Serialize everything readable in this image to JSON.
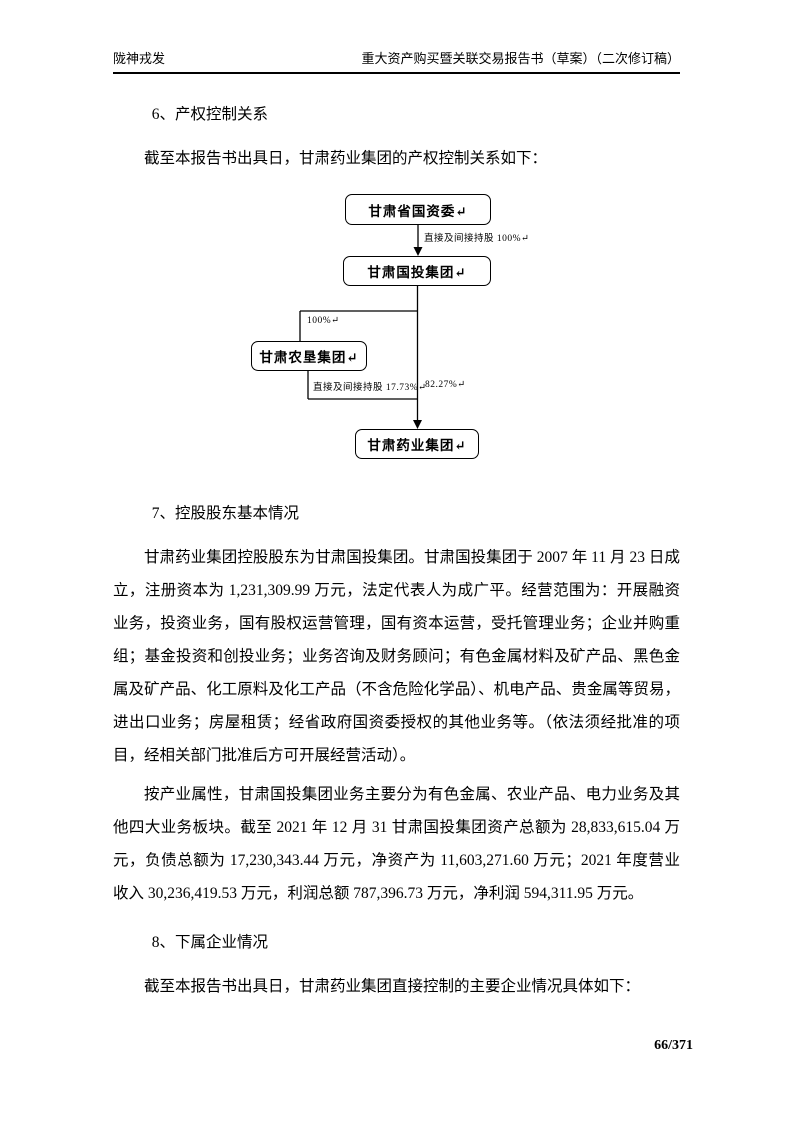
{
  "header": {
    "left": "陇神戎发",
    "right": "重大资产购买暨关联交易报告书（草案）（二次修订稿）"
  },
  "sections": {
    "s6": {
      "heading": "6、产权控制关系",
      "intro": "截至本报告书出具日，甘肃药业集团的产权控制关系如下："
    },
    "s7": {
      "heading": "7、控股股东基本情况",
      "para1": "甘肃药业集团控股股东为甘肃国投集团。甘肃国投集团于 2007 年 11 月 23 日成立，注册资本为 1,231,309.99 万元，法定代表人为成广平。经营范围为：开展融资业务，投资业务，国有股权运营管理，国有资本运营，受托管理业务；企业并购重组；基金投资和创投业务；业务咨询及财务顾问；有色金属材料及矿产品、黑色金属及矿产品、化工原料及化工产品（不含危险化学品）、机电产品、贵金属等贸易，进出口业务；房屋租赁；经省政府国资委授权的其他业务等。（依法须经批准的项目，经相关部门批准后方可开展经营活动）。",
      "para2": "按产业属性，甘肃国投集团业务主要分为有色金属、农业产品、电力业务及其他四大业务板块。截至 2021 年 12 月 31 甘肃国投集团资产总额为 28,833,615.04 万元，负债总额为 17,230,343.44 万元，净资产为 11,603,271.60 万元；2021 年度营业收入 30,236,419.53 万元，利润总额 787,396.73 万元，净利润 594,311.95 万元。"
    },
    "s8": {
      "heading": "8、下属企业情况",
      "intro": "截至本报告书出具日，甘肃药业集团直接控制的主要企业情况具体如下："
    }
  },
  "diagram": {
    "nodes": {
      "top": "甘肃省国资委↵",
      "mid": "甘肃国投集团↵",
      "left": "甘肃农垦集团↵",
      "bottom": "甘肃药业集团↵"
    },
    "labels": {
      "direct100": "直接及间接持股 100%↵",
      "pct100": "100%↵",
      "direct1773": "直接及间接持股 17.73%↵",
      "pct8227": "82.27%↵"
    }
  },
  "footer": {
    "page": "66/371"
  }
}
